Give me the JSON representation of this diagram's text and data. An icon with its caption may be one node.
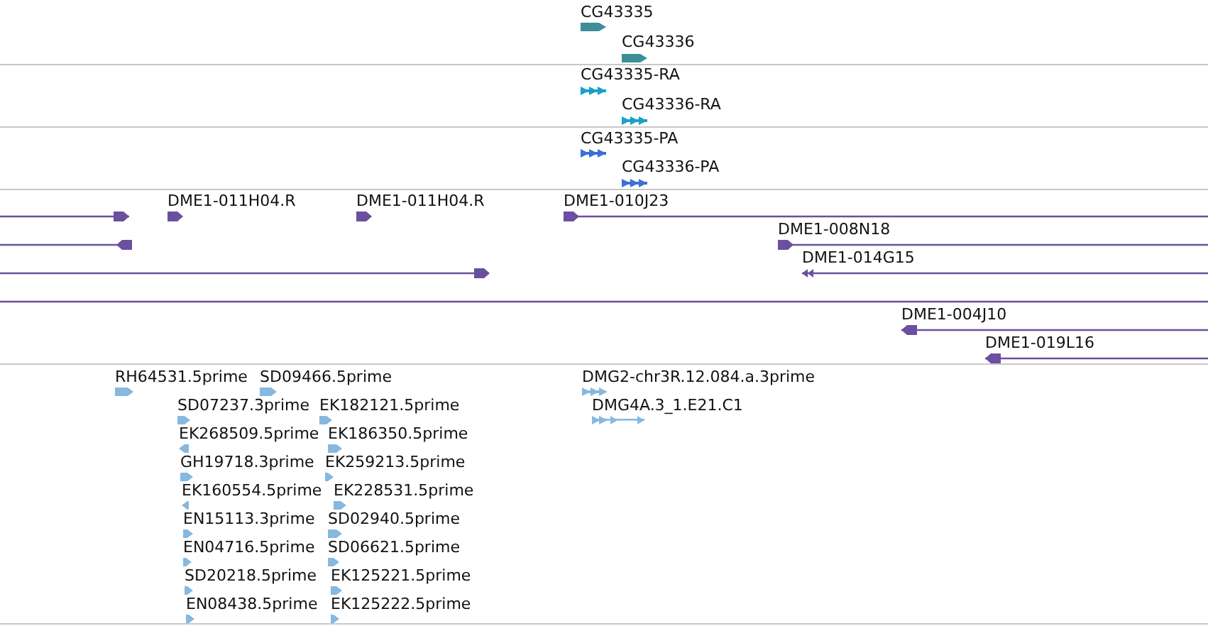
{
  "diagram": {
    "labels": [
      "CG43335",
      "CG43336",
      "CG43335-RA",
      "CG43336-RA",
      "CG43335-PA",
      "CG43336-PA",
      "DME1-011H04.R",
      "DME1-011H04.R",
      "DME1-010J23",
      "DME1-008N18",
      "DME1-014G15",
      "DME1-004J10",
      "DME1-019L16",
      "RH64531.5prime",
      "SD09466.5prime",
      "DMG2-chr3R.12.084.a.3prime",
      "SD07237.3prime",
      "EK182121.5prime",
      "DMG4A.3_1.E21.C1",
      "EK268509.5prime",
      "EK186350.5prime",
      "GH19718.3prime",
      "EK259213.5prime",
      "EK160554.5prime",
      "EK228531.5prime",
      "EN15113.3prime",
      "SD02940.5prime",
      "EN04716.5prime",
      "SD06621.5prime",
      "SD20218.5prime",
      "EK125221.5prime",
      "EN08438.5prime",
      "EK125222.5prime"
    ]
  }
}
